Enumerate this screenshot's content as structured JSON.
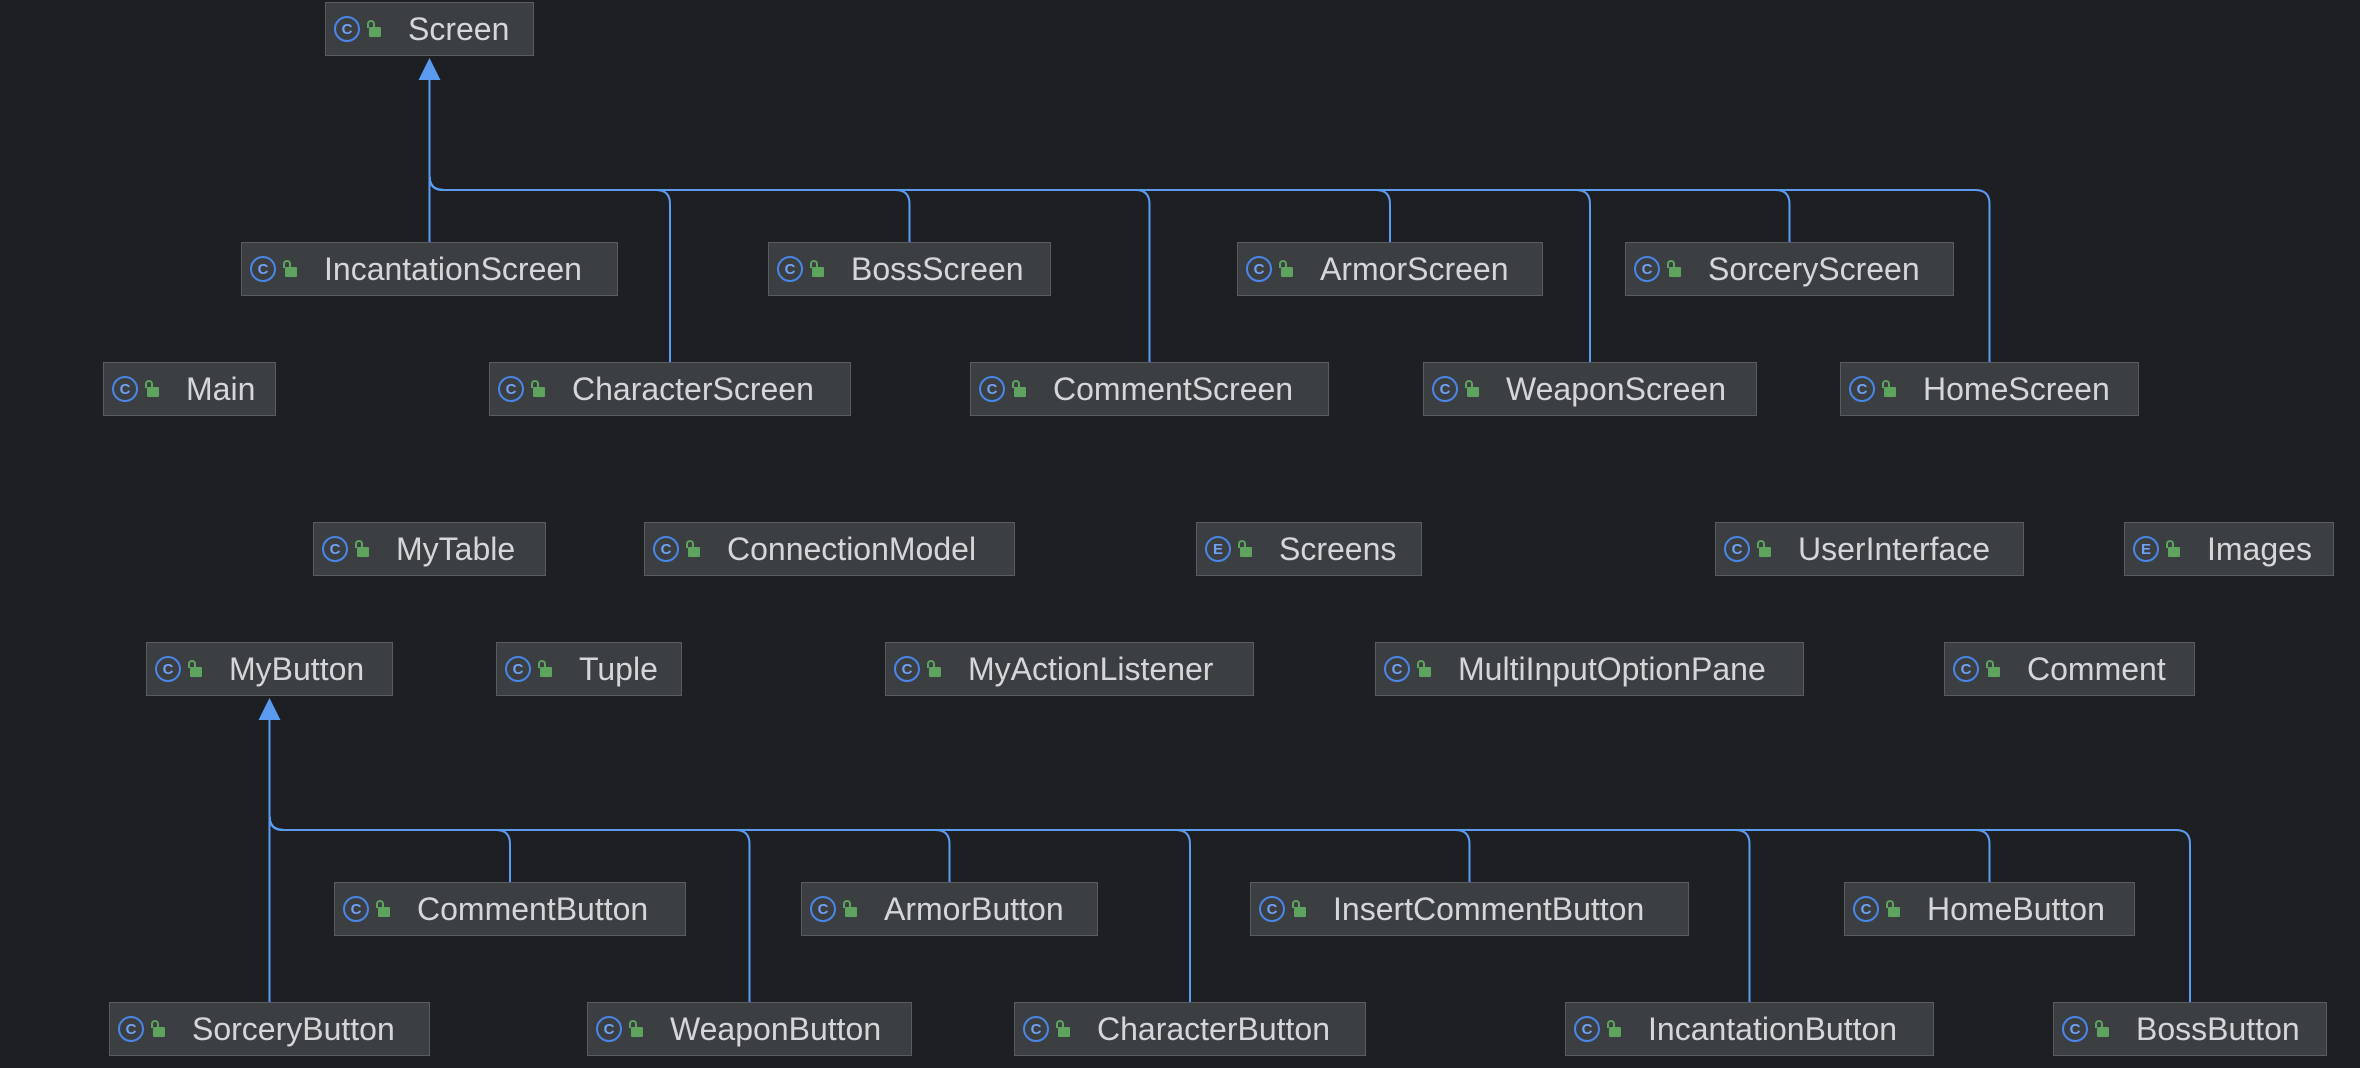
{
  "nodes": [
    {
      "name": "Screen",
      "kind": "C"
    },
    {
      "name": "IncantationScreen",
      "kind": "C"
    },
    {
      "name": "BossScreen",
      "kind": "C"
    },
    {
      "name": "ArmorScreen",
      "kind": "C"
    },
    {
      "name": "SorceryScreen",
      "kind": "C"
    },
    {
      "name": "Main",
      "kind": "C"
    },
    {
      "name": "CharacterScreen",
      "kind": "C"
    },
    {
      "name": "CommentScreen",
      "kind": "C"
    },
    {
      "name": "WeaponScreen",
      "kind": "C"
    },
    {
      "name": "HomeScreen",
      "kind": "C"
    },
    {
      "name": "MyTable",
      "kind": "C"
    },
    {
      "name": "ConnectionModel",
      "kind": "C"
    },
    {
      "name": "Screens",
      "kind": "E"
    },
    {
      "name": "UserInterface",
      "kind": "C"
    },
    {
      "name": "Images",
      "kind": "E"
    },
    {
      "name": "MyButton",
      "kind": "C"
    },
    {
      "name": "Tuple",
      "kind": "C"
    },
    {
      "name": "MyActionListener",
      "kind": "C"
    },
    {
      "name": "MultiInputOptionPane",
      "kind": "C"
    },
    {
      "name": "Comment",
      "kind": "C"
    },
    {
      "name": "CommentButton",
      "kind": "C"
    },
    {
      "name": "ArmorButton",
      "kind": "C"
    },
    {
      "name": "InsertCommentButton",
      "kind": "C"
    },
    {
      "name": "HomeButton",
      "kind": "C"
    },
    {
      "name": "SorceryButton",
      "kind": "C"
    },
    {
      "name": "WeaponButton",
      "kind": "C"
    },
    {
      "name": "CharacterButton",
      "kind": "C"
    },
    {
      "name": "IncantationButton",
      "kind": "C"
    },
    {
      "name": "BossButton",
      "kind": "C"
    }
  ],
  "inheritance": [
    {
      "parent": "Screen",
      "children": [
        "IncantationScreen",
        "CharacterScreen",
        "BossScreen",
        "CommentScreen",
        "ArmorScreen",
        "WeaponScreen",
        "SorceryScreen",
        "HomeScreen"
      ]
    },
    {
      "parent": "MyButton",
      "children": [
        "SorceryButton",
        "CommentButton",
        "WeaponButton",
        "ArmorButton",
        "CharacterButton",
        "InsertCommentButton",
        "IncantationButton",
        "HomeButton",
        "BossButton"
      ]
    }
  ],
  "colors": {
    "background": "#1e1f22",
    "node_fill": "#3c3f41",
    "node_border": "#5a5d60",
    "edge": "#5b9bf0",
    "class_icon": "#4a86e8",
    "lock_icon": "#5ea35e",
    "label": "#d4d6d9"
  }
}
